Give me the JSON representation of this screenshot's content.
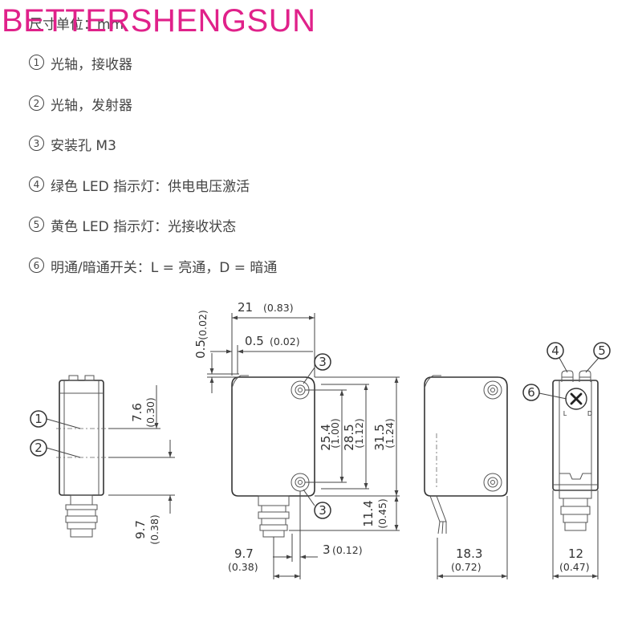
{
  "watermark": "BETTERSHENGSUN",
  "unit_line": "尺寸单位：mm",
  "legend": [
    {
      "num": "1",
      "text": "光轴，接收器"
    },
    {
      "num": "2",
      "text": "光轴，发射器"
    },
    {
      "num": "3",
      "text": "安装孔 M3"
    },
    {
      "num": "4",
      "text": "绿色 LED 指示灯：供电电压激活"
    },
    {
      "num": "5",
      "text": "黄色 LED 指示灯：光接收状态"
    },
    {
      "num": "6",
      "text": "明通/暗通开关：L = 亮通，D = 暗通"
    }
  ],
  "dimensions": {
    "d21": {
      "mm": "21",
      "inch": "(0.83)"
    },
    "d05a": {
      "mm": "0.5",
      "inch": "(0.02)"
    },
    "d05b": {
      "mm": "0.5",
      "inch": "(0.02)"
    },
    "d76": {
      "mm": "7.6",
      "inch": "(0.30)"
    },
    "d97l": {
      "mm": "9.7",
      "inch": "(0.38)"
    },
    "d254": {
      "mm": "25.4",
      "inch": "(1.00)"
    },
    "d285": {
      "mm": "28.5",
      "inch": "(1.12)"
    },
    "d315": {
      "mm": "31.5",
      "inch": "(1.24)"
    },
    "d114": {
      "mm": "11.4",
      "inch": "(0.45)"
    },
    "d97b": {
      "mm": "9.7",
      "inch": "(0.38)"
    },
    "d3": {
      "mm": "3",
      "inch": "(0.12)"
    },
    "d183": {
      "mm": "18.3",
      "inch": "(0.72)"
    },
    "d12": {
      "mm": "12",
      "inch": "(0.47)"
    }
  },
  "switch_labels": {
    "l": "L",
    "d": "D"
  }
}
